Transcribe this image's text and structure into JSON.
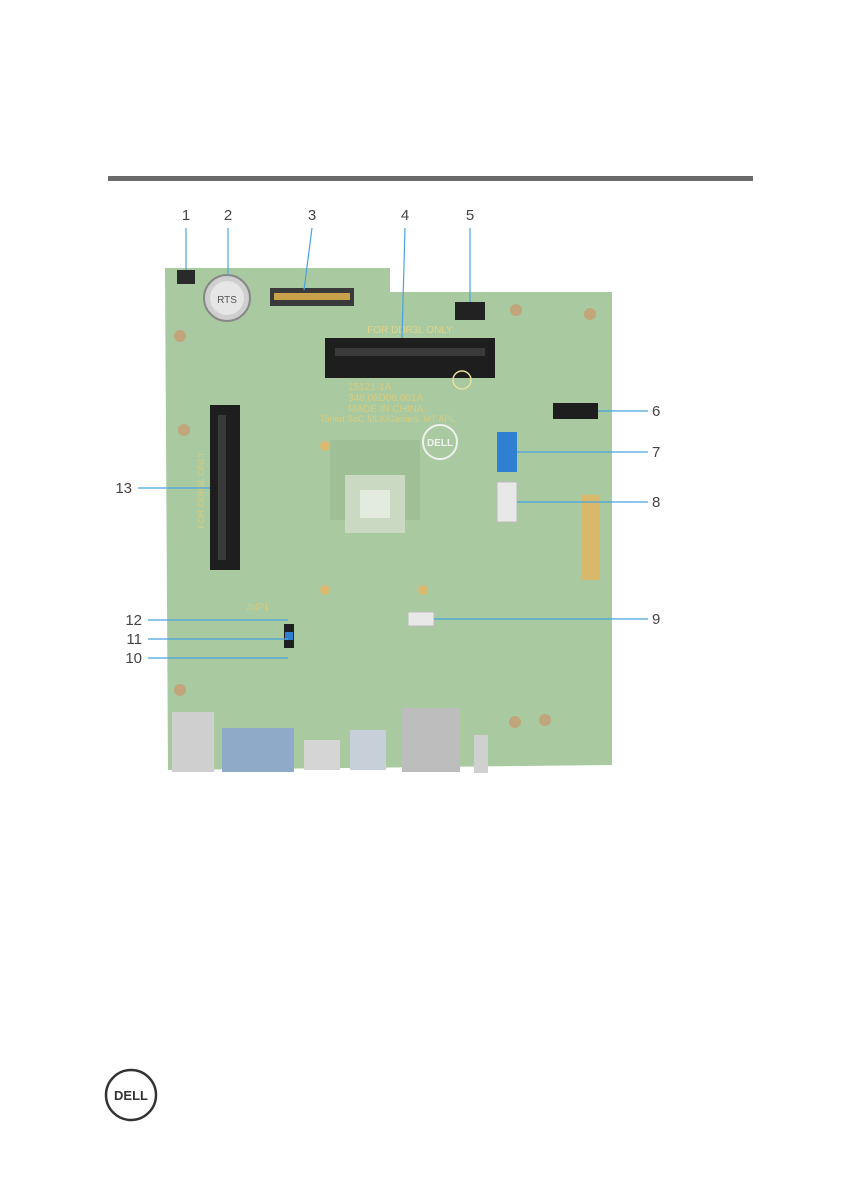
{
  "callouts": [
    {
      "id": "1",
      "label": "1"
    },
    {
      "id": "2",
      "label": "2"
    },
    {
      "id": "3",
      "label": "3"
    },
    {
      "id": "4",
      "label": "4"
    },
    {
      "id": "5",
      "label": "5"
    },
    {
      "id": "6",
      "label": "6"
    },
    {
      "id": "7",
      "label": "7"
    },
    {
      "id": "8",
      "label": "8"
    },
    {
      "id": "9",
      "label": "9"
    },
    {
      "id": "10",
      "label": "10"
    },
    {
      "id": "11",
      "label": "11"
    },
    {
      "id": "12",
      "label": "12"
    },
    {
      "id": "13",
      "label": "13"
    }
  ],
  "board_silkscreen": {
    "dimm_text": "FOR DDR3L ONLY",
    "line1": "15121-1A",
    "line2": "348.06D08.001A",
    "line3": "MADE IN CHINA",
    "line4": "Toned SoC MLK/GameS. MT APL",
    "vertical_dimm_text": "FOR DDR3L ONLY",
    "jumper_label": "JMP1"
  },
  "logo": {
    "text": "DELL"
  },
  "colors": {
    "board": "#a9c9a0",
    "rule": "#6b6b6b",
    "sata": "#2f7fd3",
    "callout_line": "#4aa3df"
  }
}
